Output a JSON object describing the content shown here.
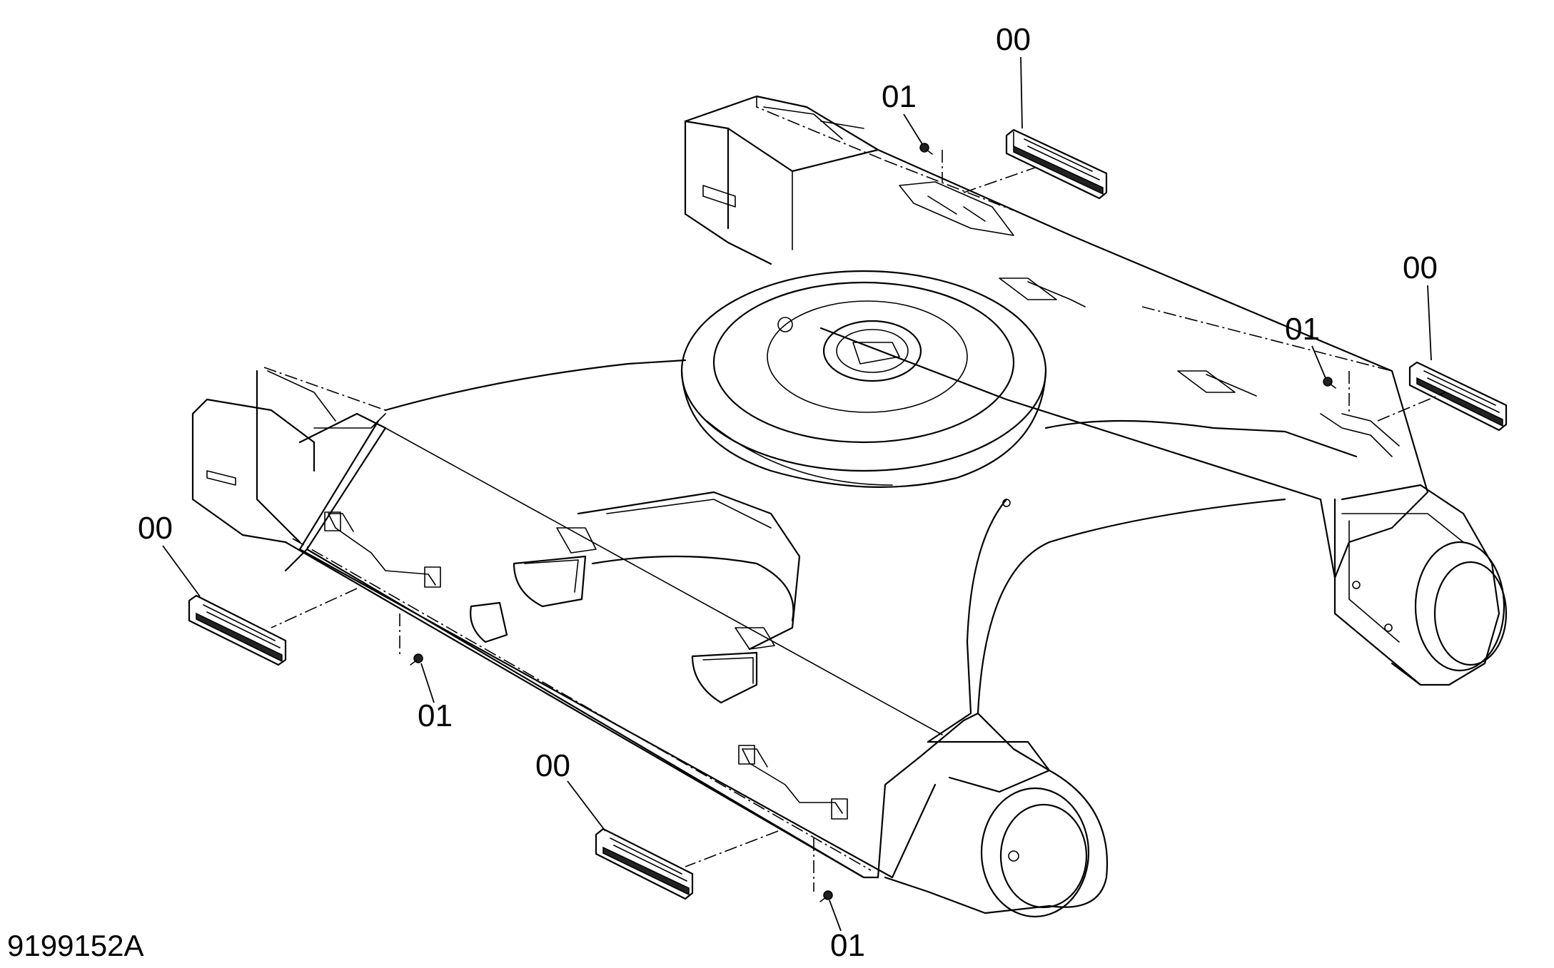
{
  "figure_id": "9199152A",
  "callouts": {
    "step_label": "00",
    "bolt_label": "01"
  },
  "drawing": {
    "subject": "undercarriage-frame-with-track-steps",
    "line_color": "#000000",
    "background": "#ffffff"
  }
}
